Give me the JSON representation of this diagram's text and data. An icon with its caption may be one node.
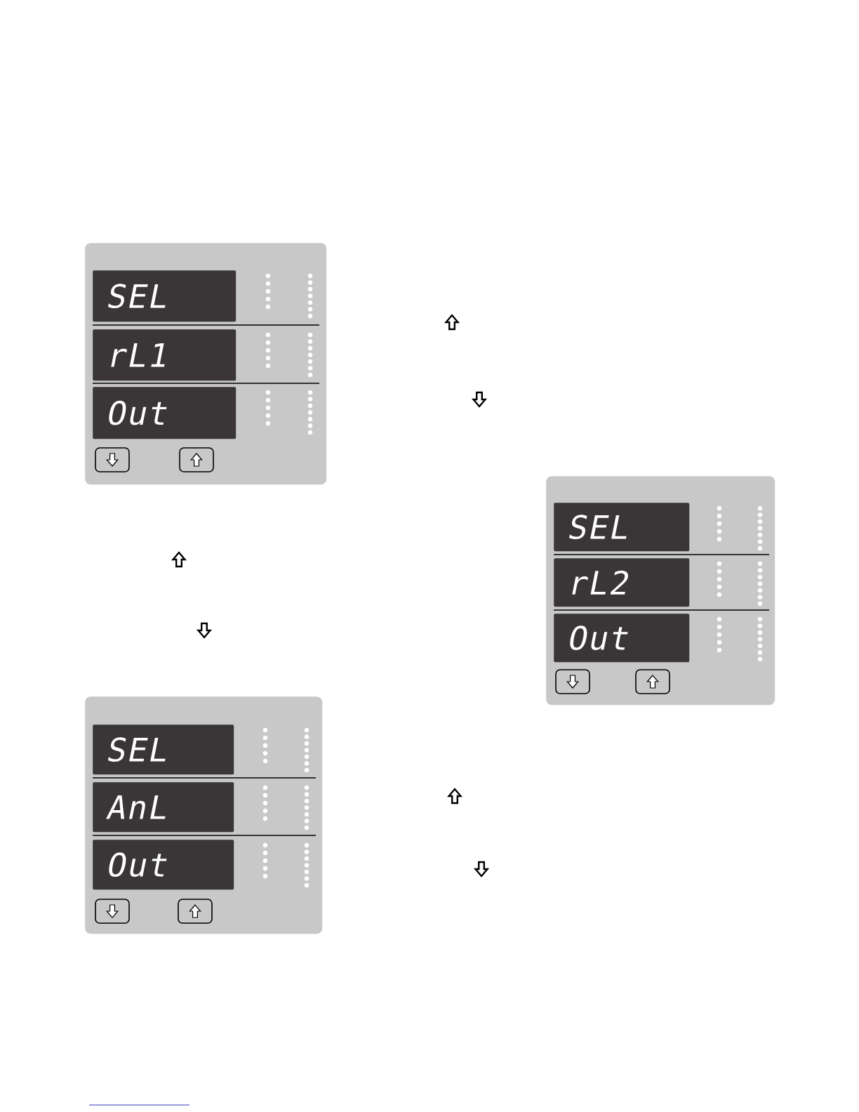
{
  "diagram": {
    "nodes": [
      {
        "text": [],
        "shape": "box"
      },
      {
        "text": [
          "SEL"
        ],
        "in": 0
      },
      {
        "text": [
          "rL1"
        ],
        "in": 0
      },
      {
        "text": [
          "Out"
        ],
        "in": 0
      },
      {
        "text": [],
        "shape": "box"
      },
      {
        "text": [
          "SEL"
        ],
        "in": 4
      },
      {
        "text": [
          "rL2"
        ],
        "in": 4
      },
      {
        "text": [
          "Out"
        ],
        "in": 4
      },
      {
        "text": [],
        "shape": "box"
      },
      {
        "text": [
          "SEL"
        ],
        "in": 8
      },
      {
        "text": [
          "AnL"
        ],
        "in": 8
      },
      {
        "text": [
          "Out"
        ],
        "in": 8
      }
    ]
  }
}
